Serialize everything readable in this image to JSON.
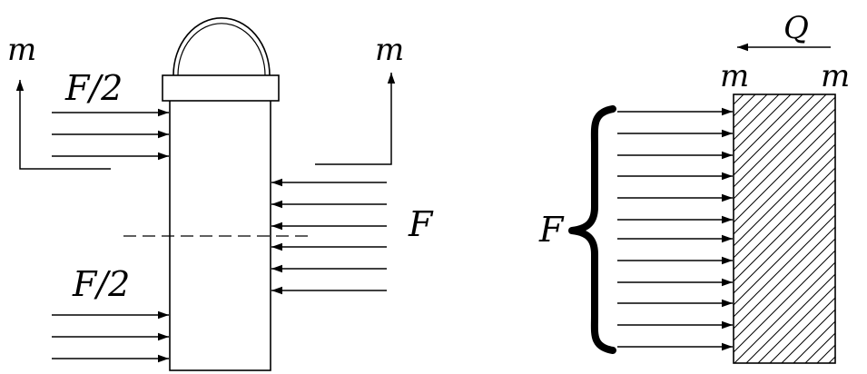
{
  "left_figure": {
    "top_force_label": "F/2",
    "bottom_force_label": "F/2",
    "right_force_label": "F",
    "section_left_label": "m",
    "section_right_label": "m"
  },
  "right_figure": {
    "shear_label": "Q",
    "section_left_label": "m",
    "section_right_label": "m",
    "distributed_force_label": "F"
  }
}
